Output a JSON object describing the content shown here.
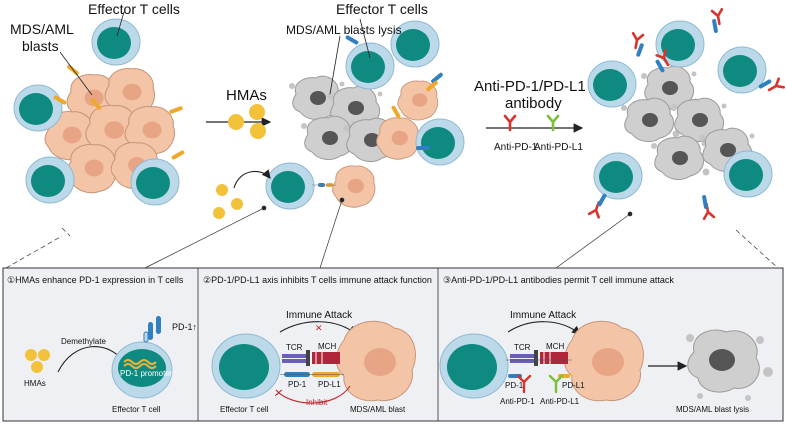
{
  "top": {
    "effector_t_cells_left": "Effector T cells",
    "blasts_left_line1": "MDS/AML",
    "blasts_left_line2": "blasts",
    "hmas": "HMAs",
    "effector_t_cells_mid": "Effector T cells",
    "blasts_lysis": "MDS/AML blasts lysis",
    "antibody_line1": "Anti-PD-1/PD-L1",
    "antibody_line2": "antibody",
    "anti_pd1": "Anti-PD-1",
    "anti_pdl1": "Anti-PD-L1"
  },
  "panel1": {
    "title": "①HMAs enhance PD-1 expression in T cells",
    "hmas": "HMAs",
    "demethylate": "Demethylate",
    "pd1_up": "PD-1↑",
    "promoter": "PD-1 promoter",
    "cell_label": "Effector T cell"
  },
  "panel2": {
    "title": "②PD-1/PD-L1 axis inhibits T cells immune attack function",
    "immune_attack": "Immune Attack",
    "tcr": "TCR",
    "mch": "MCH",
    "pd1": "PD-1",
    "pdl1": "PD-L1",
    "inhibit": "Inhibit",
    "t_cell": "Effector T cell",
    "blast": "MDS/AML blast"
  },
  "panel3": {
    "title": "③Anti-PD-1/PD-L1 antibodies permit T cell immune attack",
    "immune_attack": "Immune Attack",
    "tcr": "TCR",
    "mch": "MCH",
    "pd1": "PD-1",
    "pdl1": "PD-L1",
    "anti_pd1": "Anti-PD-1",
    "anti_pdl1": "Anti-PD-L1",
    "lysis": "MDS/AML blast lysis"
  },
  "colors": {
    "tcell_outer": "#bcd9ea",
    "tcell_inner": "#0f8a80",
    "blast": "#f3c4a6",
    "blast_nucleus": "#e8a585",
    "drug": "#f2c23a",
    "antibody_red": "#d9342b",
    "antibody_green": "#7cbf3a",
    "panel_bg": "#eef0f3",
    "inhibit": "#c0272d"
  }
}
